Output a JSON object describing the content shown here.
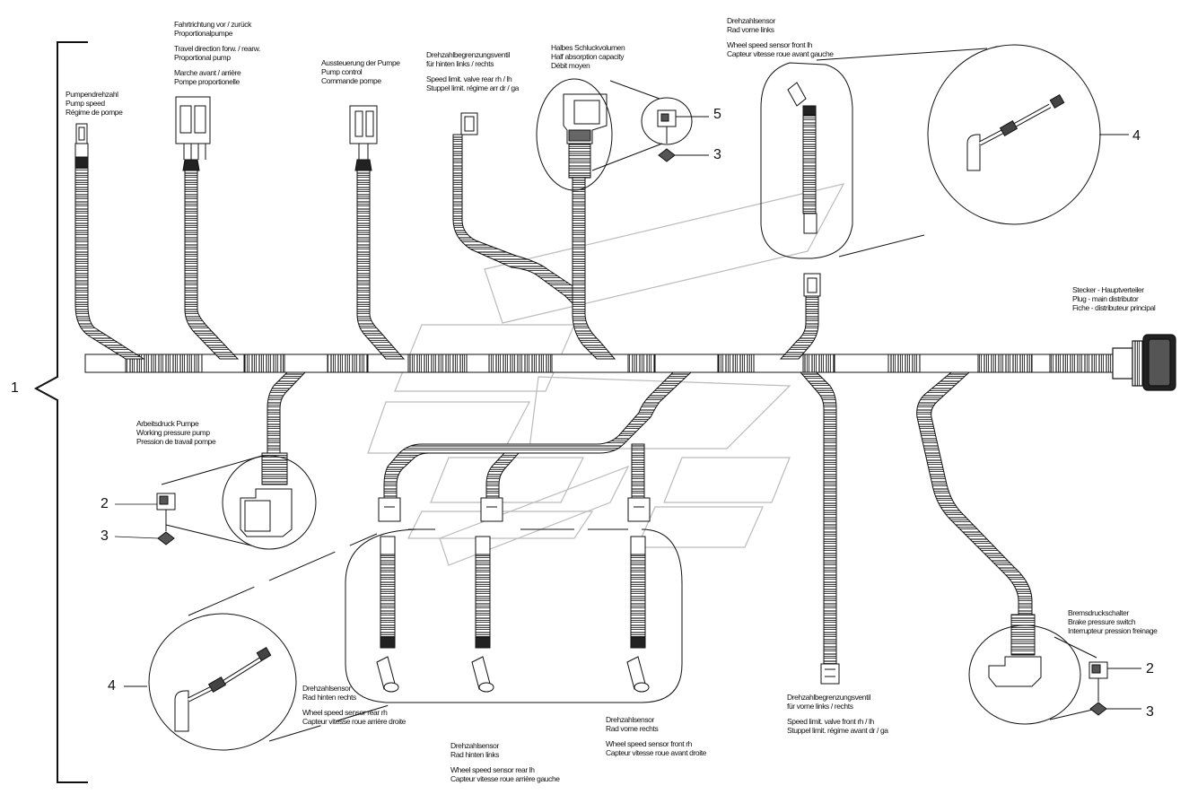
{
  "callouts": {
    "n1": "1",
    "n2_left": "2",
    "n3_left": "3",
    "n4_left": "4",
    "n5_top": "5",
    "n3_top": "3",
    "n4_right": "4",
    "n2_right": "2",
    "n3_right": "3"
  },
  "labels": {
    "pump_speed": [
      "Pumpendrehzahl",
      "Pump speed",
      "Régime de pompe"
    ],
    "travel_direction": {
      "de": [
        "Fahrtrichtung vor / zurück",
        "Proportionalpumpe"
      ],
      "en": [
        "Travel direction forw. / rearw.",
        "Proportional pump"
      ],
      "fr": [
        "Marche avant / arrière",
        "Pompe proportionelle"
      ]
    },
    "pump_control": [
      "Aussteuerung der Pumpe",
      "Pump control",
      "Commande pompe"
    ],
    "speed_limit_rear": {
      "de": [
        "Drehzahlbegrenzungsventil",
        "für hinten links / rechts"
      ],
      "en": [
        "Speed limit. valve rear rh / lh",
        "Stuppel limit. régime arr dr / ga"
      ]
    },
    "half_absorption": [
      "Halbes Schluckvolumen",
      "Half absorption capacity",
      "Débit moyen"
    ],
    "wheel_speed_front_lh": {
      "de": [
        "Drehzahlsensor",
        "Rad vorne links"
      ],
      "en": [
        "Wheel speed sensor front lh",
        "Capteur vitesse roue avant gauche"
      ]
    },
    "plug_main_distributor": [
      "Stecker - Hauptverteiler",
      "Plug - main distributor",
      "Fiche - distributeur principal"
    ],
    "working_pressure": [
      "Arbeitsdruck Pumpe",
      "Working pressure pump",
      "Pression de travail pompe"
    ],
    "wheel_speed_rear_rh": {
      "de": [
        "Drehzahlsensor",
        "Rad hinten rechts"
      ],
      "en": [
        "Wheel speed sensor rear rh",
        "Capteur vitesse roue arrière droite"
      ]
    },
    "wheel_speed_rear_lh": {
      "de": [
        "Drehzahlsensor",
        "Rad hinten links"
      ],
      "en": [
        "Wheel speed sensor rear lh",
        "Capteur vitesse roue arrière gauche"
      ]
    },
    "wheel_speed_front_rh": {
      "de": [
        "Drehzahlsensor",
        "Rad vorne rechts"
      ],
      "en": [
        "Wheel speed sensor front rh",
        "Capteur vitesse roue avant droite"
      ]
    },
    "speed_limit_front": {
      "de": [
        "Drehzahlbegrenzungsventil",
        "für vorne links / rechts"
      ],
      "en": [
        "Speed limit. valve front rh / lh",
        "Stuppel limit. régime avant dr / ga"
      ]
    },
    "brake_pressure": [
      "Bremsdruckschalter",
      "Brake pressure switch",
      "Interrupteur pression freinage"
    ]
  }
}
